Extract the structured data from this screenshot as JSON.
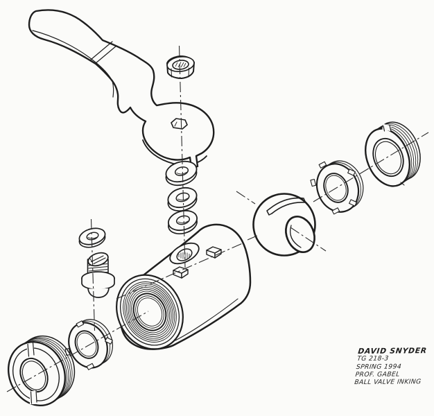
{
  "title_block": {
    "author": "DAVID SNYDER",
    "course_id": "TG 218-3",
    "term": "SPRING 1994",
    "professor": "PROF. GABEL",
    "drawing_title": "BALL VALVE INKING"
  },
  "drawing": {
    "type": "exploded-isometric-line-drawing",
    "subject": "ball valve assembly",
    "medium": "hand inked",
    "ink_color": "#1e1e1e",
    "paper_color": "#fbfbf9",
    "parts": [
      "handle-lever",
      "stem-hex-nut",
      "stem-washer-stack",
      "gland-washer",
      "valve-stem-bolt",
      "valve-body",
      "ball",
      "seat-retainer-ring-left",
      "threaded-end-cap-left",
      "seat-retainer-ring-right",
      "threaded-end-cap-right"
    ]
  }
}
